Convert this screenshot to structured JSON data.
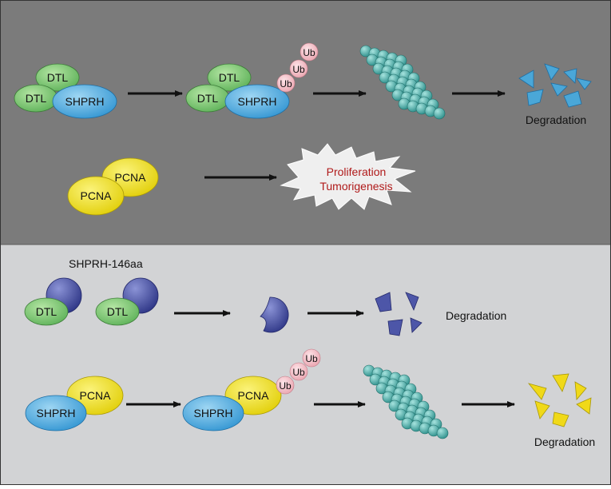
{
  "labels": {
    "dtl": "DTL",
    "shprh": "SHPRH",
    "pcna": "PCNA",
    "ub": "Ub",
    "degradation": "Degradation",
    "proliferation": "Proliferation",
    "tumorigenesis": "Tumorigenesis",
    "shprh_146aa": "SHPRH-146aa"
  },
  "colors": {
    "top_panel": "#7b7b7b",
    "bottom_panel": "#d2d3d5",
    "dtl_green": "#7dc870",
    "shprh_blue": "#4fa9de",
    "pcna_yellow": "#f2e51d",
    "ub_pink": "#f5c3cb",
    "proteasome_teal": "#49b5b0",
    "fragment_blue": "#4aa7d8",
    "shprh146_purple": "#4d56a8",
    "fragment_yellow": "#f0d919",
    "burst_text": "#b01a1a"
  },
  "icons": [
    "arrow-icon",
    "proteasome-icon",
    "fragments-icon",
    "burst-icon"
  ]
}
